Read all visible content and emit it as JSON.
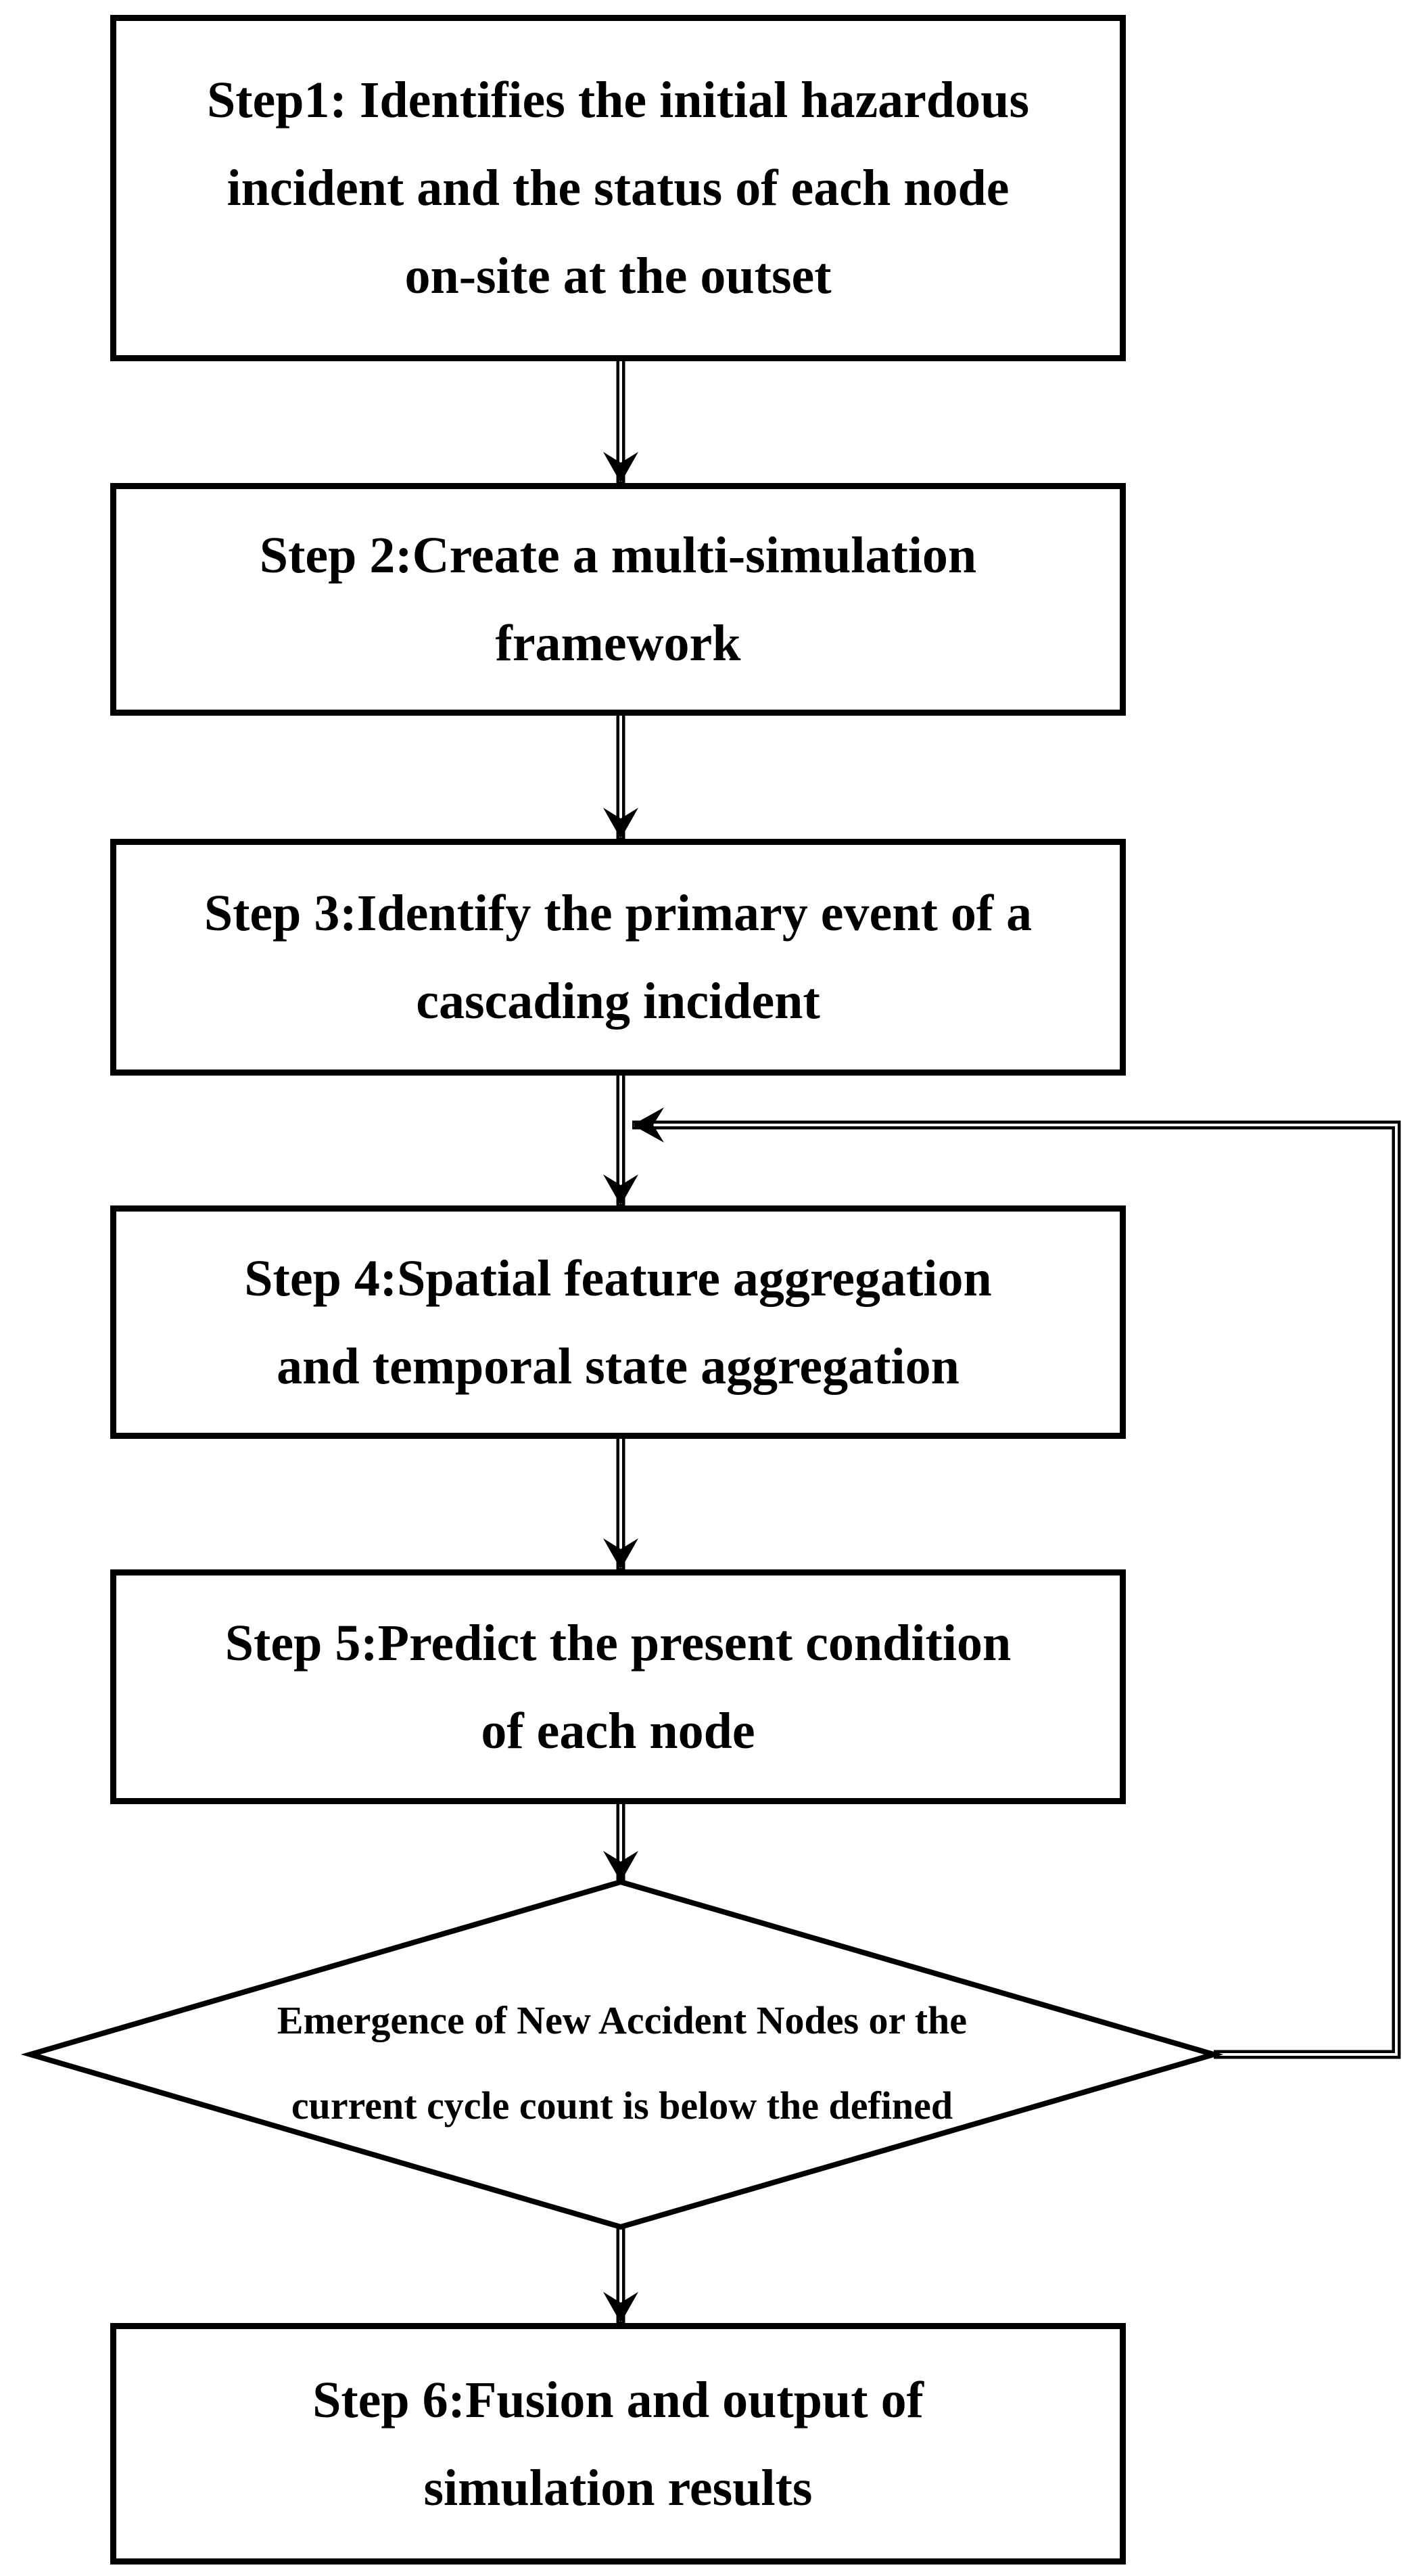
{
  "page": {
    "background_color": "#ffffff",
    "ink_color": "#000000"
  },
  "flowchart": {
    "steps": [
      {
        "id": "step1",
        "lines": [
          "Step1: Identifies the initial hazardous",
          "incident and the status of each node",
          "on-site at the outset"
        ]
      },
      {
        "id": "step2",
        "lines": [
          "Step 2:Create a multi-simulation",
          "framework"
        ]
      },
      {
        "id": "step3",
        "lines": [
          "Step 3:Identify the primary event of a",
          "cascading incident"
        ]
      },
      {
        "id": "step4",
        "lines": [
          "Step 4:Spatial feature aggregation",
          "and temporal state aggregation"
        ]
      },
      {
        "id": "step5",
        "lines": [
          "Step 5:Predict the present condition",
          "of each node"
        ]
      },
      {
        "id": "step6",
        "lines": [
          "Step 6:Fusion and output of",
          "simulation results"
        ]
      }
    ],
    "decision": {
      "id": "decision",
      "lines": [
        "Emergence of New Accident Nodes or the",
        "current cycle count is below the defined"
      ]
    },
    "edges": [
      {
        "from": "step1",
        "to": "step2",
        "type": "arrow"
      },
      {
        "from": "step2",
        "to": "step3",
        "type": "arrow"
      },
      {
        "from": "step3",
        "to": "step4",
        "type": "arrow"
      },
      {
        "from": "step4",
        "to": "step5",
        "type": "arrow"
      },
      {
        "from": "step5",
        "to": "decision",
        "type": "arrow"
      },
      {
        "from": "decision",
        "to": "step6",
        "type": "arrow"
      },
      {
        "from": "decision",
        "to": "step4",
        "type": "feedback-loop"
      }
    ]
  }
}
